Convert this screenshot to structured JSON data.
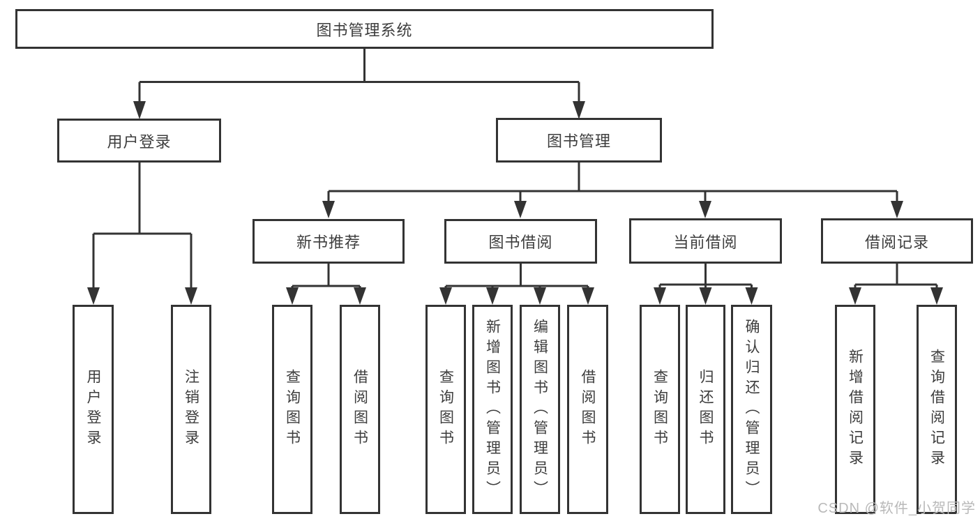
{
  "diagram": {
    "title": "图书管理系统",
    "level2": {
      "user_login": "用户登录",
      "book_mgmt": "图书管理"
    },
    "level3": {
      "new_books": "新书推荐",
      "book_borrow": "图书借阅",
      "current_borrow": "当前借阅",
      "borrow_records": "借阅记录"
    },
    "leaves": {
      "user_login": [
        "用户登录",
        "注销登录"
      ],
      "new_books": [
        "查询图书",
        "借阅图书"
      ],
      "book_borrow": [
        "查询图书",
        "新增图书（管理员）",
        "编辑图书（管理员）",
        "借阅图书"
      ],
      "current_borrow": [
        "查询图书",
        "归还图书",
        "确认归还（管理员）"
      ],
      "borrow_records": [
        "新增借阅记录",
        "查询借阅记录"
      ]
    }
  },
  "watermark": "CSDN @软件_小贺同学",
  "colors": {
    "line": "#333333",
    "text": "#3d3d3d",
    "box_fill": "#ffffff",
    "watermark": "#b9b9b9",
    "background": "#ffffff"
  }
}
